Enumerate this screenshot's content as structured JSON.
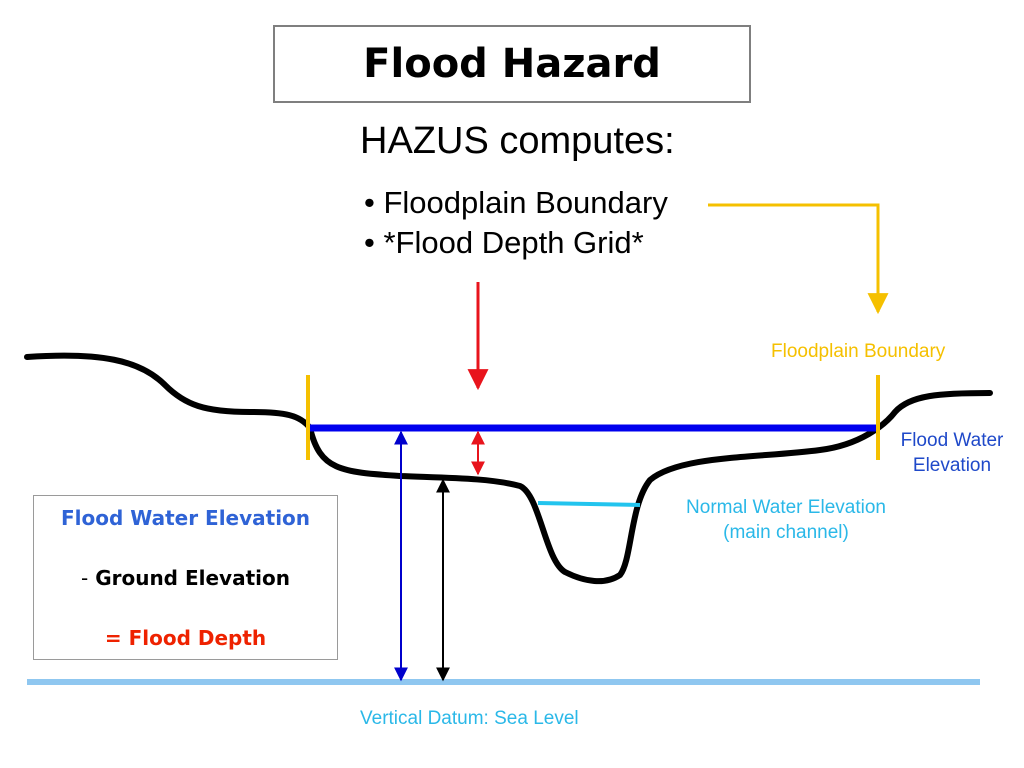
{
  "title": "Flood Hazard",
  "subtitle": "HAZUS computes:",
  "bullets": [
    {
      "bullet": "•",
      "text": "Floodplain Boundary"
    },
    {
      "bullet": "•",
      "text": "*Flood Depth Grid*"
    }
  ],
  "labels": {
    "floodplain_boundary": "Floodplain Boundary",
    "flood_water_elevation_line1": "Flood Water",
    "flood_water_elevation_line2": "Elevation",
    "normal_water_part1": "Normal Water",
    "normal_water_part2": "Elevation",
    "normal_water_line2": "(main channel)",
    "vertical_datum": "Vertical Datum: Sea Level"
  },
  "formula": {
    "line1": "Flood Water Elevation",
    "line2_prefix": "-",
    "line2_text": "Ground Elevation",
    "line3": "= Flood Depth"
  },
  "colors": {
    "ground": "#000000",
    "flood_water": "#0000ee",
    "floodplain_boundary": "#f5c000",
    "normal_water": "#22c4ee",
    "datum": "#8fc7f0",
    "depth_arrow": "#e8141c"
  }
}
